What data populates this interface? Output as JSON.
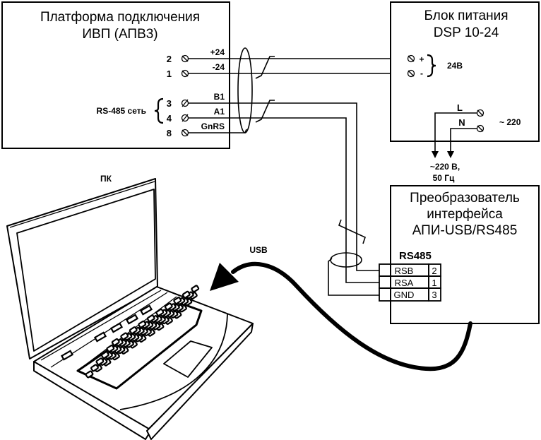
{
  "ups_platform": {
    "title_line1": "Платформа подключения",
    "title_line2": "ИВП (АПВ3)",
    "rs485_group_label": "RS-485 сеть",
    "terminals": [
      {
        "number": "2",
        "signal": "+24"
      },
      {
        "number": "1",
        "signal": "-24"
      },
      {
        "number": "3",
        "signal": "B1"
      },
      {
        "number": "4",
        "signal": "A1"
      },
      {
        "number": "8",
        "signal": "GnRS"
      }
    ]
  },
  "power_supply": {
    "title_line1": "Блок питания",
    "title_line2": "DSP 10-24",
    "dc_terminals": [
      {
        "polarity": "+"
      },
      {
        "polarity": "-"
      }
    ],
    "dc_voltage_label": "24В",
    "ac_terminals": [
      {
        "name": "L"
      },
      {
        "name": "N"
      }
    ],
    "ac_voltage_label": "~ 220",
    "mains_label_line1": "~220 В,",
    "mains_label_line2": "50 Гц"
  },
  "converter": {
    "title_line1": "Преобразователь",
    "title_line2": "интерфейса",
    "title_line3": "АПИ-USB/RS485",
    "port_label": "RS485",
    "pins": [
      {
        "name": "RSB",
        "number": "2"
      },
      {
        "name": "RSA",
        "number": "1"
      },
      {
        "name": "GND",
        "number": "3"
      }
    ]
  },
  "pc": {
    "label": "ПК"
  },
  "usb_cable": {
    "label": "USB"
  }
}
